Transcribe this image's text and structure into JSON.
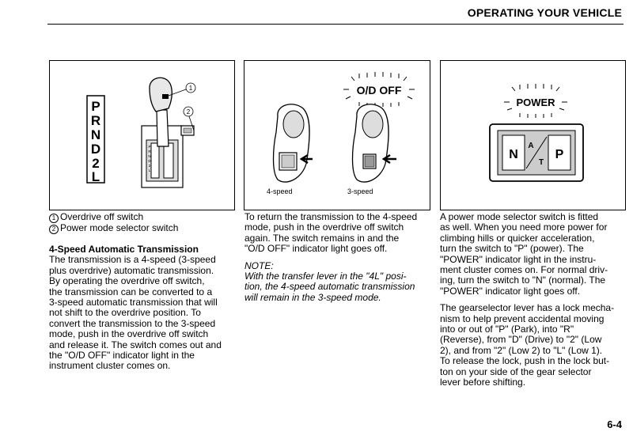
{
  "header": {
    "title": "OPERATING YOUR VEHICLE"
  },
  "figure1": {
    "gear_letters": [
      "P",
      "R",
      "N",
      "D",
      "2",
      "L"
    ],
    "callouts": [
      "1",
      "2"
    ],
    "small_positions": [
      "P",
      "R",
      "N",
      "D",
      "2",
      "L"
    ]
  },
  "figure2": {
    "indicator": "O/D OFF",
    "label_left": "4-speed",
    "label_right": "3-speed"
  },
  "figure3": {
    "indicator": "POWER",
    "switch_left": "N",
    "switch_mid_a": "A",
    "switch_mid_t": "T",
    "switch_right": "P"
  },
  "col1": {
    "item1_num": "1",
    "item1_text": "Overdrive off switch",
    "item2_num": "2",
    "item2_text": "Power mode selector switch",
    "heading": "4-Speed Automatic Transmission",
    "lines": [
      "The transmission is a 4-speed (3-speed",
      "plus overdrive) automatic transmission.",
      "By operating the overdrive off switch,",
      "the transmission can be converted to a",
      "3-speed automatic transmission that will",
      "not shift to the overdrive position. To",
      "convert the transmission to the 3-speed",
      "mode, push in the overdrive off switch",
      "and release it. The switch comes out and",
      "the \"O/D OFF\" indicator light in the",
      "instrument cluster comes on."
    ]
  },
  "col2": {
    "lines": [
      "To return the transmission to the 4-speed",
      "mode, push in the overdrive off switch",
      "again. The switch remains in and the",
      "\"O/D OFF\" indicator light goes off."
    ],
    "note_title": "NOTE:",
    "note_lines": [
      "With the transfer lever in the \"4L\" posi-",
      "tion, the 4-speed automatic transmission",
      "will remain in the 3-speed mode."
    ]
  },
  "col3": {
    "para1": [
      "A power mode selector switch is fitted",
      "as well. When you need more power for",
      "climbing hills or quicker acceleration,",
      "turn the switch to \"P\" (power). The",
      "\"POWER\" indicator light in the instru-",
      "ment cluster comes on. For normal driv-",
      "ing, turn the switch to \"N\" (normal). The",
      "\"POWER\" indicator light goes off."
    ],
    "para2": [
      "The gearselector lever has a lock mecha-",
      "nism to help prevent accidental moving",
      "into or out of \"P\" (Park), into \"R\"",
      "(Reverse), from \"D\" (Drive) to \"2\" (Low",
      "2), and from \"2\" (Low 2) to \"L\" (Low 1).",
      "To release the lock, push in the lock but-",
      "ton on your side of the gear selector",
      "lever before shifting."
    ]
  },
  "footer": {
    "page_number": "6-4"
  }
}
